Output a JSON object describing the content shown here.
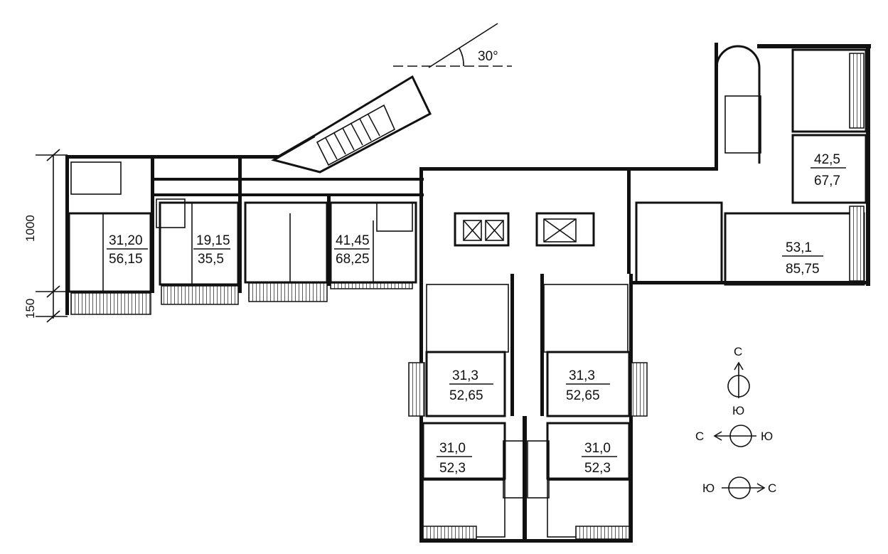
{
  "angle_label": "30°",
  "dimensions": {
    "upper": "1000",
    "lower": "150"
  },
  "apartments": [
    {
      "top": "31,20",
      "bottom": "56,15"
    },
    {
      "top": "19,15",
      "bottom": "35,5"
    },
    {
      "top": "41,45",
      "bottom": "68,25"
    },
    {
      "top": "42,5",
      "bottom": "67,7"
    },
    {
      "top": "53,1",
      "bottom": "85,75"
    },
    {
      "top": "31,3",
      "bottom": "52,65"
    },
    {
      "top": "31,3",
      "bottom": "52,65"
    },
    {
      "top": "31,0",
      "bottom": "52,3"
    },
    {
      "top": "31,0",
      "bottom": "52,3"
    }
  ],
  "orientation_legend": [
    {
      "top": "С",
      "bottom": "Ю"
    },
    {
      "left": "С",
      "right": "Ю"
    },
    {
      "left": "Ю",
      "right": "С"
    }
  ]
}
